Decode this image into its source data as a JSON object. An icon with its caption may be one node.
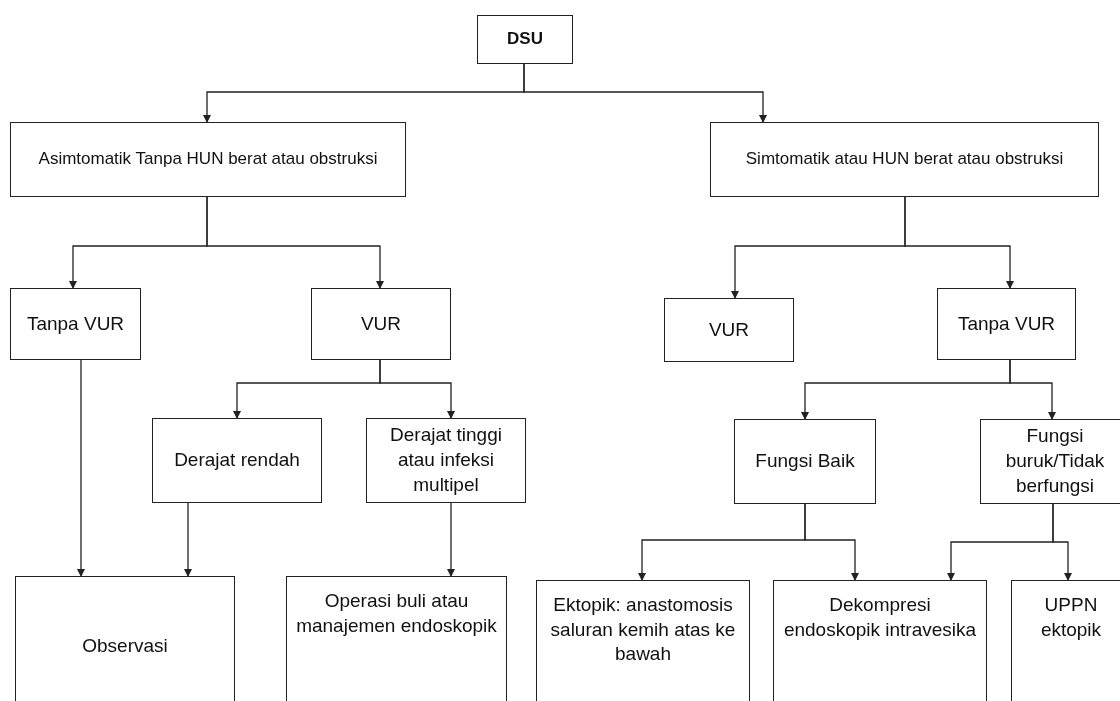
{
  "diagram": {
    "nodes": [
      {
        "text": [
          "DSU"
        ]
      },
      {
        "text": [
          "Asimtomatik Tanpa HUN berat atau obstruksi"
        ]
      },
      {
        "text": [
          "Simtomatik atau HUN berat atau obstruksi"
        ]
      },
      {
        "text": [
          "Tanpa VUR"
        ]
      },
      {
        "text": [
          "VUR"
        ]
      },
      {
        "text": [
          "VUR"
        ]
      },
      {
        "text": [
          "Tanpa VUR"
        ]
      },
      {
        "text": [
          "Derajat rendah"
        ]
      },
      {
        "text": [
          "Derajat tinggi atau infeksi multipel"
        ]
      },
      {
        "text": [
          "Fungsi Baik"
        ]
      },
      {
        "text": [
          "Fungsi buruk/Tidak berfungsi"
        ]
      },
      {
        "text": [
          "Observasi"
        ]
      },
      {
        "text": [
          "Operasi buli atau manajemen endoskopik"
        ]
      },
      {
        "text": [
          "Ektopik: anastomosis saluran kemih atas ke bawah"
        ]
      },
      {
        "text": [
          "Dekompresi endoskopik intravesika"
        ]
      },
      {
        "text": [
          "UPPN ektopik"
        ]
      }
    ],
    "edges": [
      {
        "from": 0,
        "to": 1,
        "arrow": "to"
      },
      {
        "from": 0,
        "to": 2,
        "arrow": "to"
      },
      {
        "from": 1,
        "to": 3,
        "arrow": "to"
      },
      {
        "from": 1,
        "to": 4,
        "arrow": "to"
      },
      {
        "from": 2,
        "to": 5,
        "arrow": "to"
      },
      {
        "from": 2,
        "to": 6,
        "arrow": "to"
      },
      {
        "from": 4,
        "to": 7,
        "arrow": "to"
      },
      {
        "from": 4,
        "to": 8,
        "arrow": "to"
      },
      {
        "from": 6,
        "to": 9,
        "arrow": "to"
      },
      {
        "from": 6,
        "to": 10,
        "arrow": "to"
      },
      {
        "from": 3,
        "to": 11,
        "arrow": "to"
      },
      {
        "from": 7,
        "to": 11,
        "arrow": "to"
      },
      {
        "from": 8,
        "to": 12,
        "arrow": "to"
      },
      {
        "from": 9,
        "to": 13,
        "arrow": "to"
      },
      {
        "from": 9,
        "to": 14,
        "arrow": "to"
      },
      {
        "from": 10,
        "to": 14,
        "arrow": "to"
      },
      {
        "from": 10,
        "to": 15,
        "arrow": "to"
      }
    ]
  }
}
